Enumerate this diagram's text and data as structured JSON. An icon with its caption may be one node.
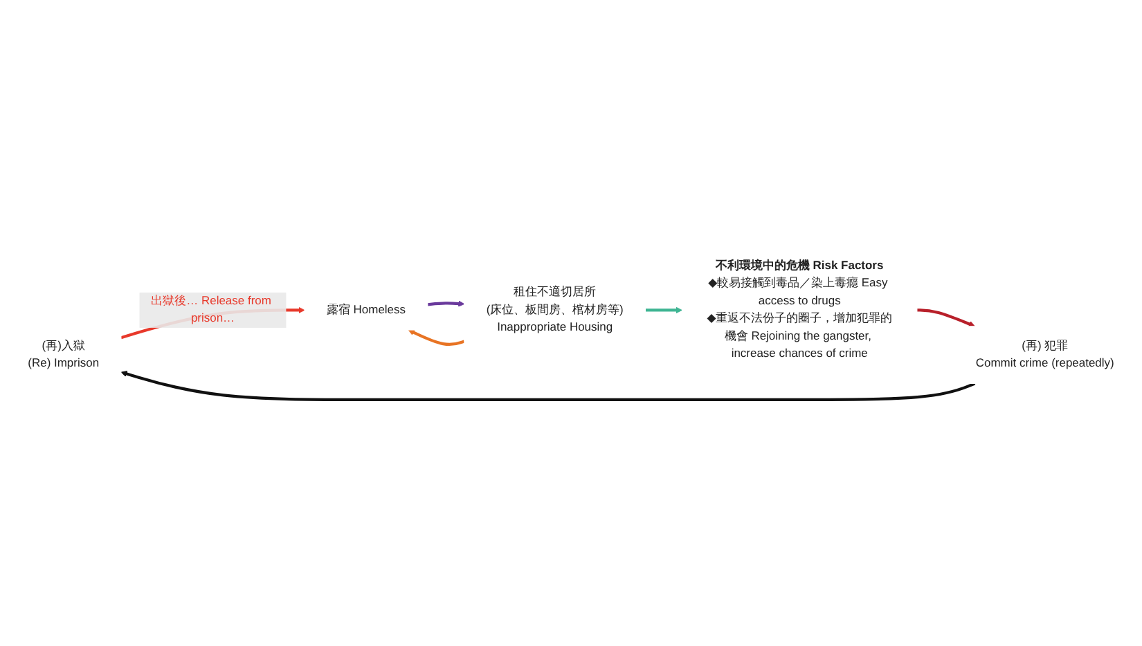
{
  "diagram": {
    "nodes": [
      {
        "text": [
          "(再)入獄",
          "(Re) Imprison"
        ]
      },
      {
        "text": [
          "露宿 Homeless"
        ]
      },
      {
        "text": [
          "租住不適切居所",
          "(床位、板間房、棺材房等)",
          "Inappropriate Housing"
        ]
      },
      {
        "text": [
          "不利環境中的危機 Risk Factors",
          "◆較易接觸到毒品／染上毒癮 Easy access to drugs",
          "◆重返不法份子的圈子，增加犯罪的機會 Rejoining the gangster, increase chances of crime"
        ]
      },
      {
        "text": [
          "(再) 犯罪",
          "Commit crime (repeatedly)"
        ]
      }
    ],
    "edges": [
      {
        "from": 0,
        "to": 1,
        "arrow": "to",
        "label": "出獄後… Release from prison…",
        "color": "#e8392b"
      },
      {
        "from": 1,
        "to": 2,
        "arrow": "to",
        "color": "#6a3a9c"
      },
      {
        "from": 2,
        "to": 1,
        "arrow": "to",
        "color": "#e87424"
      },
      {
        "from": 2,
        "to": 3,
        "arrow": "to",
        "color": "#3fb593"
      },
      {
        "from": 3,
        "to": 4,
        "arrow": "to",
        "color": "#b8202a"
      },
      {
        "from": 4,
        "to": 0,
        "arrow": "to",
        "color": "#111111"
      }
    ]
  }
}
